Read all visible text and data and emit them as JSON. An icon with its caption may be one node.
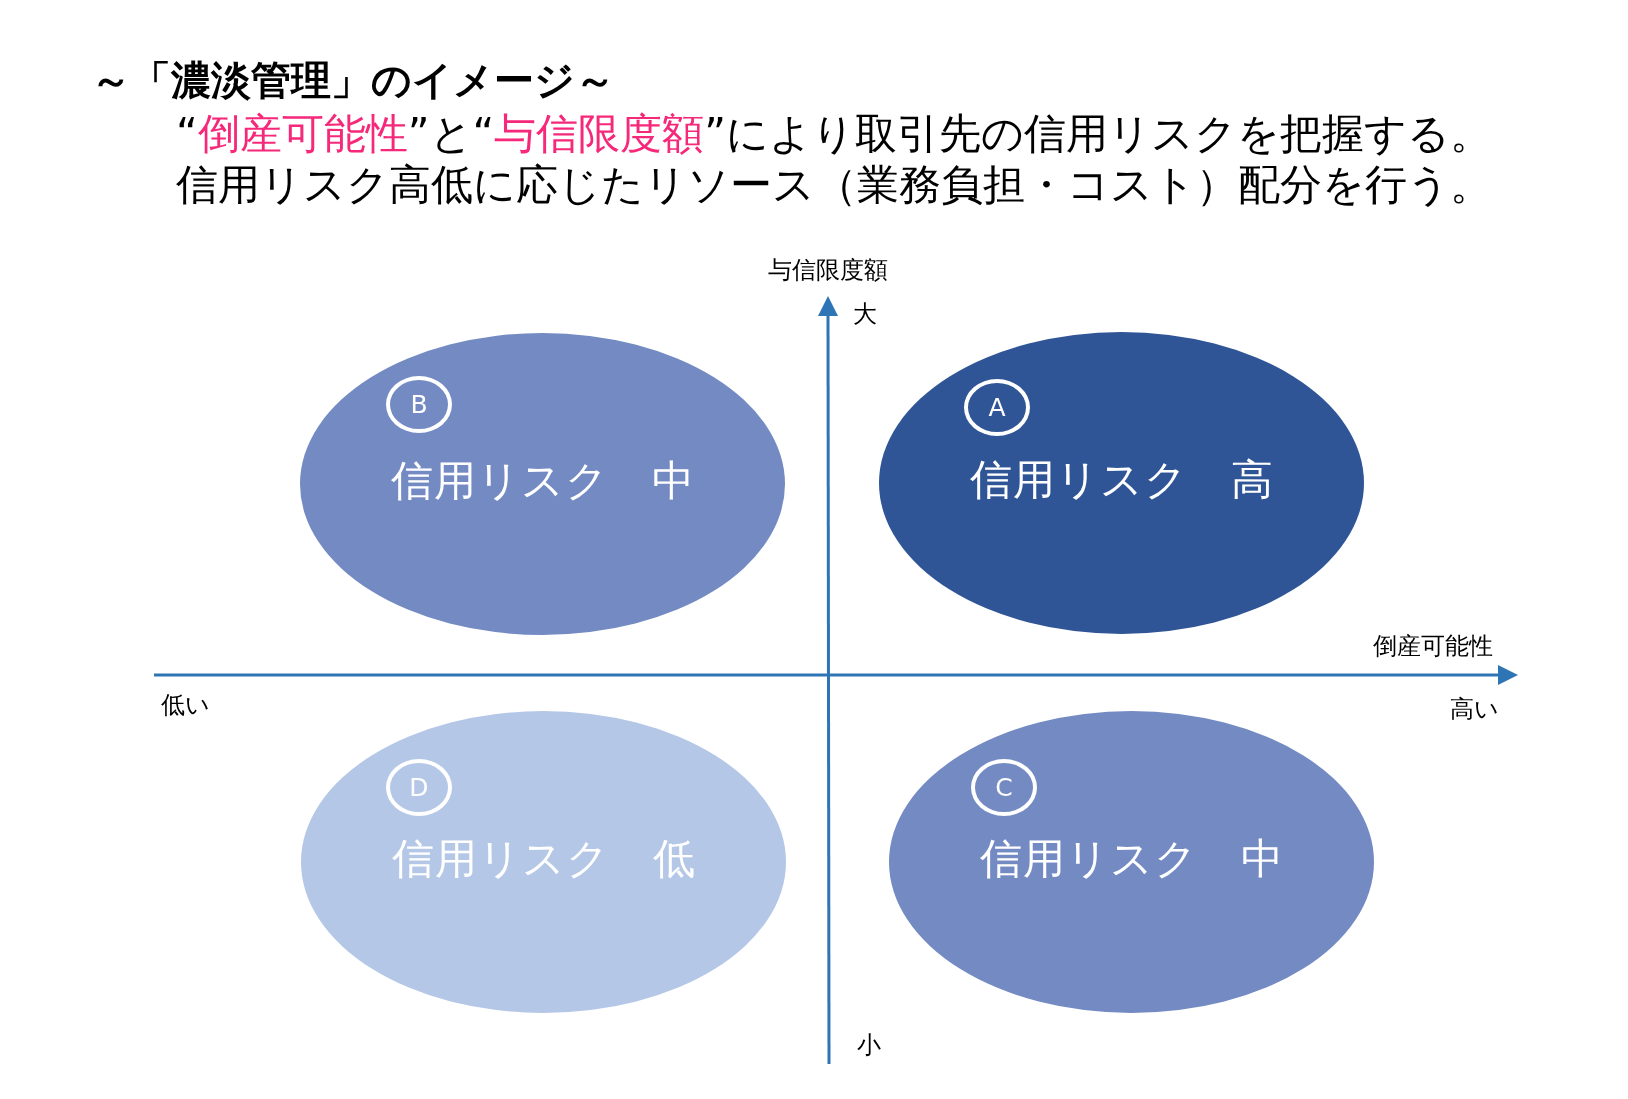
{
  "diagram": {
    "title": "～「濃淡管理」のイメージ～",
    "nodes": [
      {
        "text": [
          "信用リスク　中"
        ]
      },
      {
        "text": [
          "B"
        ],
        "in": 0
      },
      {
        "text": [
          "信用リスク　高"
        ]
      },
      {
        "text": [
          "A"
        ],
        "in": 2
      },
      {
        "text": [
          "信用リスク　低"
        ]
      },
      {
        "text": [
          "D"
        ],
        "in": 4
      },
      {
        "text": [
          "信用リスク　中"
        ]
      },
      {
        "text": [
          "C"
        ],
        "in": 6
      }
    ],
    "labels": [
      "“**倒産可能性**”と“**与信限度額**”により取引先の信用リスクを把握する。",
      "信用リスク高低に応じたリソース（業務負担・コスト）配分を行う。",
      "与信限度額",
      "大",
      "倒産可能性",
      "低い",
      "高い",
      "小"
    ]
  }
}
